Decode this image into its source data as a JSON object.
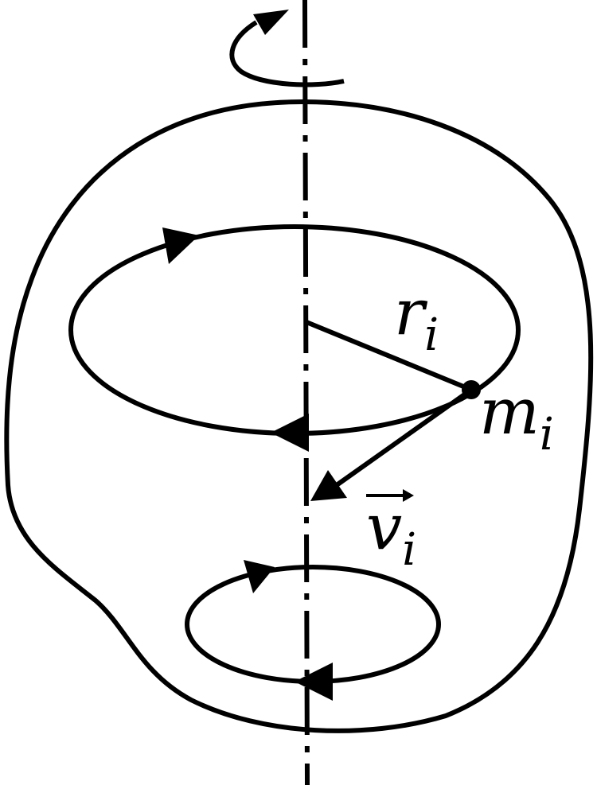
{
  "labels": {
    "radius_symbol": "r",
    "radius_subscript": "i",
    "mass_symbol": "m",
    "mass_subscript": "i",
    "velocity_symbol": "v",
    "velocity_subscript": "i"
  },
  "colors": {
    "stroke": "#000000",
    "background": "#ffffff"
  }
}
